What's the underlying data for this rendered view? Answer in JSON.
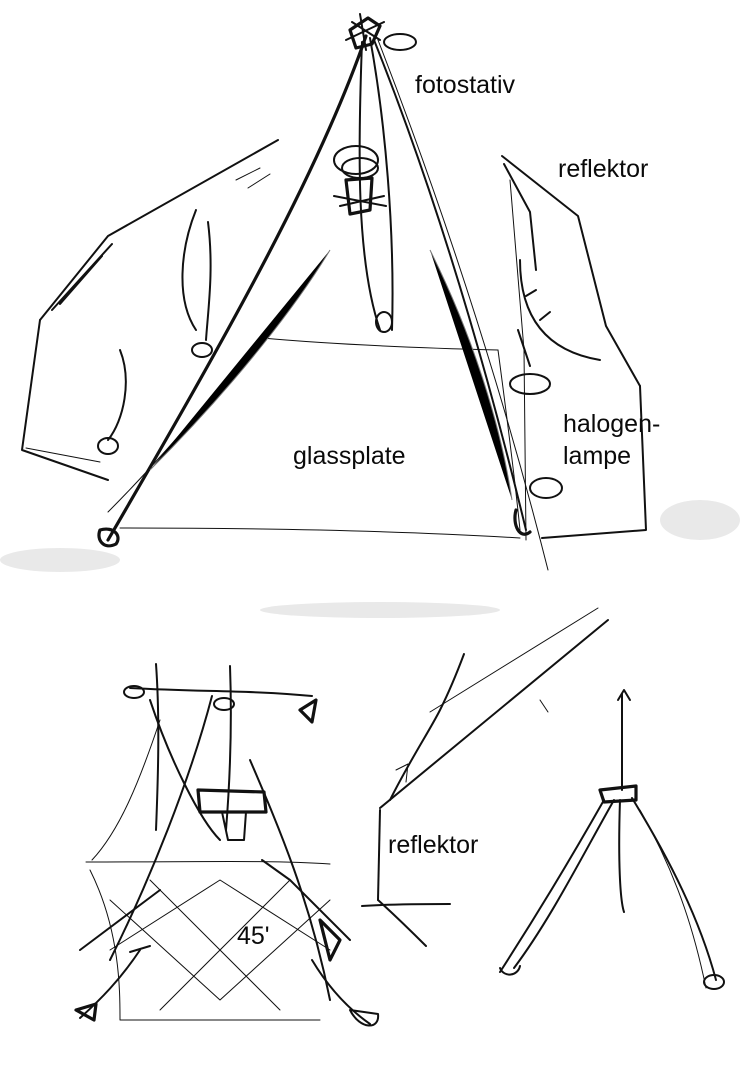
{
  "labels": {
    "fotostativ": "fotostativ",
    "reflektor_top": "reflektor",
    "halogen_line1": "halogen-",
    "halogen_line2": "lampe",
    "glassplate": "glassplate",
    "reflektor_bottom": "reflektor",
    "angle": "45'"
  },
  "colors": {
    "ink": "#111111",
    "paper": "#ffffff"
  }
}
